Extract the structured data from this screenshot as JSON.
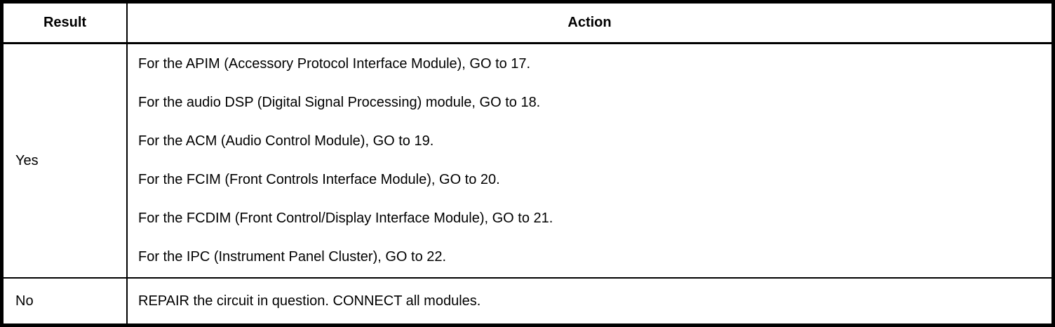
{
  "table": {
    "headers": {
      "result": "Result",
      "action": "Action"
    },
    "rows": [
      {
        "result": "Yes",
        "actions": [
          "For the APIM (Accessory Protocol Interface Module), GO to 17.",
          "For the audio DSP (Digital Signal Processing) module, GO to 18.",
          "For the ACM (Audio Control Module), GO to 19.",
          "For the FCIM (Front Controls Interface Module), GO to 20.",
          "For the FCDIM (Front Control/Display Interface Module), GO to 21.",
          "For the IPC (Instrument Panel Cluster), GO to 22."
        ]
      },
      {
        "result": "No",
        "actions": [
          "REPAIR the circuit in question. CONNECT all modules."
        ]
      }
    ]
  },
  "colors": {
    "border": "#000000",
    "background": "#ffffff",
    "text": "#000000"
  }
}
